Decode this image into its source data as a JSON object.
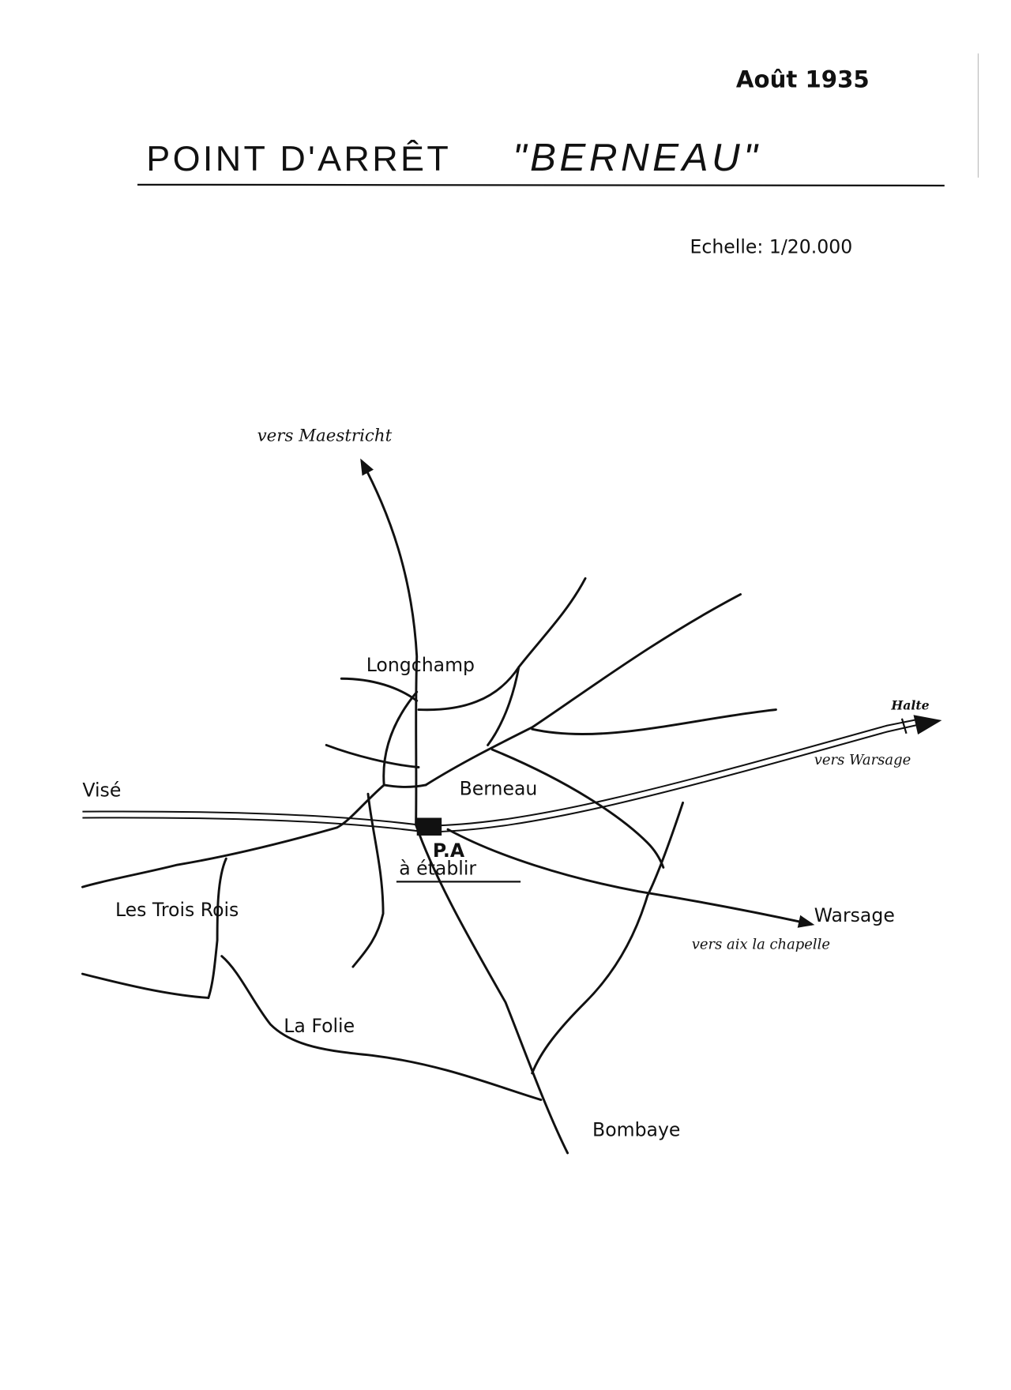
{
  "header": {
    "date": "Août 1935",
    "title_prefix": "POINT D'ARRÊT",
    "title_name": "\"BERNEAU\"",
    "scale": "Echelle: 1/20.000"
  },
  "map": {
    "labels": {
      "maestricht": "vers Maestricht",
      "vise": "Visé",
      "longchamp": "Longchamp",
      "berneau": "Berneau",
      "pa": "P.A",
      "a_etablir": "à établir",
      "trois_rois": "Les Trois Rois",
      "la_folie": "La Folie",
      "bombaye": "Bombaye",
      "warsage": "Warsage",
      "aix": "vers aix la chapelle",
      "halte": "Halte",
      "vers_warsage": "vers Warsage"
    },
    "colors": {
      "ink": "#111111",
      "paper": "#ffffff"
    }
  }
}
